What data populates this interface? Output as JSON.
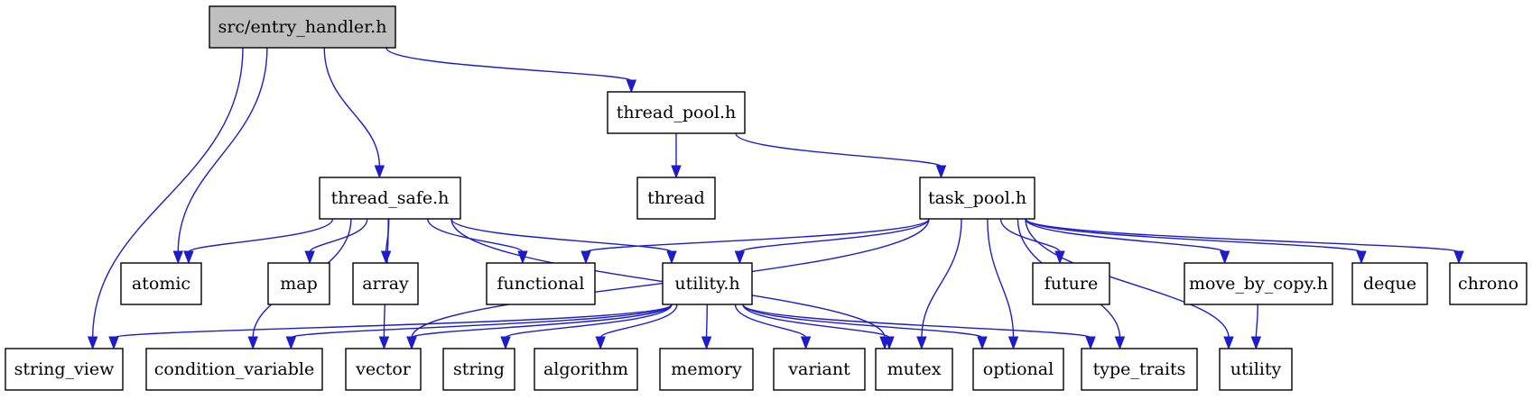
{
  "diagram": {
    "type": "include-dependency-graph",
    "colors": {
      "edge": "#1c1ccd",
      "root_fill": "#bfbfbf",
      "node_fill": "#ffffff",
      "node_border": "#000000"
    },
    "nodes": [
      {
        "id": "entry_handler",
        "label": "src/entry_handler.h",
        "root": true
      },
      {
        "id": "thread_pool",
        "label": "thread_pool.h"
      },
      {
        "id": "thread_safe",
        "label": "thread_safe.h"
      },
      {
        "id": "thread",
        "label": "thread"
      },
      {
        "id": "task_pool",
        "label": "task_pool.h"
      },
      {
        "id": "atomic",
        "label": "atomic"
      },
      {
        "id": "map",
        "label": "map"
      },
      {
        "id": "array",
        "label": "array"
      },
      {
        "id": "functional",
        "label": "functional"
      },
      {
        "id": "utility_h",
        "label": "utility.h"
      },
      {
        "id": "future",
        "label": "future"
      },
      {
        "id": "move_by_copy",
        "label": "move_by_copy.h"
      },
      {
        "id": "deque",
        "label": "deque"
      },
      {
        "id": "chrono",
        "label": "chrono"
      },
      {
        "id": "string_view",
        "label": "string_view"
      },
      {
        "id": "condition_variable",
        "label": "condition_variable"
      },
      {
        "id": "vector",
        "label": "vector"
      },
      {
        "id": "string",
        "label": "string"
      },
      {
        "id": "algorithm",
        "label": "algorithm"
      },
      {
        "id": "memory",
        "label": "memory"
      },
      {
        "id": "variant",
        "label": "variant"
      },
      {
        "id": "mutex",
        "label": "mutex"
      },
      {
        "id": "optional",
        "label": "optional"
      },
      {
        "id": "type_traits",
        "label": "type_traits"
      },
      {
        "id": "utility",
        "label": "utility"
      }
    ],
    "edges": [
      {
        "from": "entry_handler",
        "to": "thread_pool"
      },
      {
        "from": "entry_handler",
        "to": "thread_safe"
      },
      {
        "from": "entry_handler",
        "to": "atomic"
      },
      {
        "from": "entry_handler",
        "to": "string_view"
      },
      {
        "from": "thread_pool",
        "to": "thread"
      },
      {
        "from": "thread_pool",
        "to": "task_pool"
      },
      {
        "from": "thread_safe",
        "to": "atomic"
      },
      {
        "from": "thread_safe",
        "to": "map"
      },
      {
        "from": "thread_safe",
        "to": "array"
      },
      {
        "from": "thread_safe",
        "to": "functional"
      },
      {
        "from": "thread_safe",
        "to": "utility_h"
      },
      {
        "from": "thread_safe",
        "to": "condition_variable"
      },
      {
        "from": "thread_safe",
        "to": "vector"
      },
      {
        "from": "thread_safe",
        "to": "mutex"
      },
      {
        "from": "task_pool",
        "to": "functional"
      },
      {
        "from": "task_pool",
        "to": "utility_h"
      },
      {
        "from": "task_pool",
        "to": "vector"
      },
      {
        "from": "task_pool",
        "to": "mutex"
      },
      {
        "from": "task_pool",
        "to": "optional"
      },
      {
        "from": "task_pool",
        "to": "type_traits"
      },
      {
        "from": "task_pool",
        "to": "utility"
      },
      {
        "from": "task_pool",
        "to": "future"
      },
      {
        "from": "task_pool",
        "to": "move_by_copy"
      },
      {
        "from": "task_pool",
        "to": "deque"
      },
      {
        "from": "task_pool",
        "to": "chrono"
      },
      {
        "from": "utility_h",
        "to": "string_view"
      },
      {
        "from": "utility_h",
        "to": "condition_variable"
      },
      {
        "from": "utility_h",
        "to": "vector"
      },
      {
        "from": "utility_h",
        "to": "string"
      },
      {
        "from": "utility_h",
        "to": "algorithm"
      },
      {
        "from": "utility_h",
        "to": "memory"
      },
      {
        "from": "utility_h",
        "to": "variant"
      },
      {
        "from": "utility_h",
        "to": "mutex"
      },
      {
        "from": "utility_h",
        "to": "optional"
      },
      {
        "from": "utility_h",
        "to": "type_traits"
      },
      {
        "from": "move_by_copy",
        "to": "utility"
      }
    ]
  }
}
